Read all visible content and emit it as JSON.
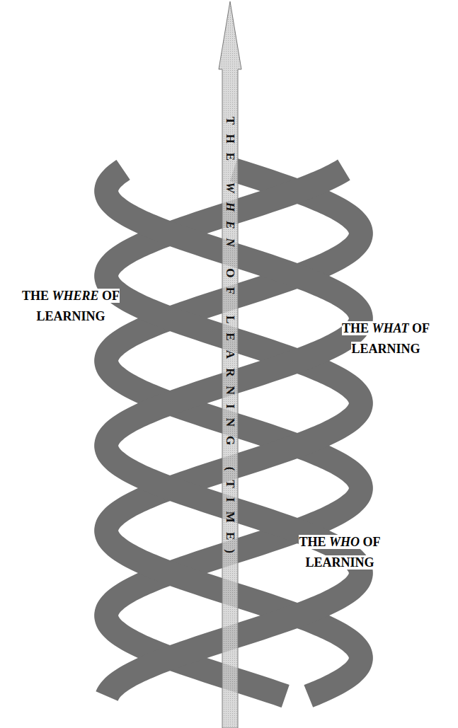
{
  "diagram": {
    "nodes": [
      {
        "text": [
          "THE WHEN OF LEARNING (TIME)"
        ]
      }
    ],
    "labels": [
      "THE WHERE OF LEARNING",
      "THE WHAT OF LEARNING",
      "THE WHO OF LEARNING"
    ]
  }
}
